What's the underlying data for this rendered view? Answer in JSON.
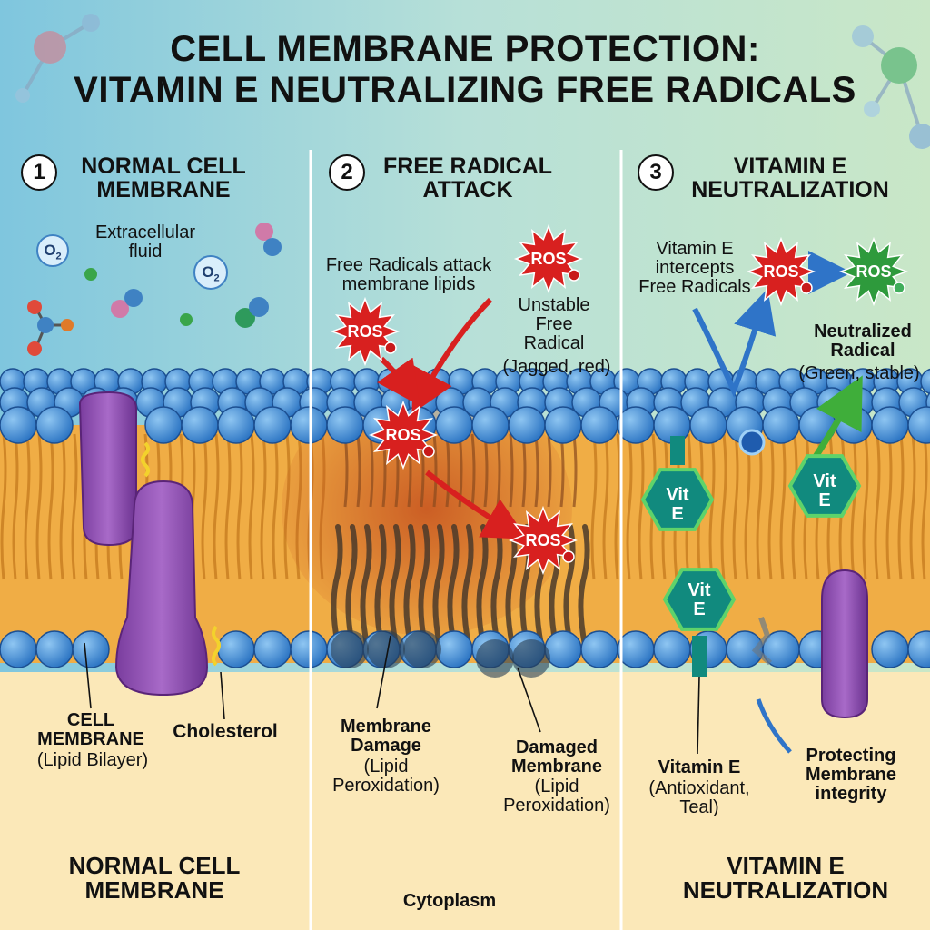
{
  "title": {
    "line1": "CELL MEMBRANE PROTECTION:",
    "line2": "VITAMIN E NEUTRALIZING FREE RADICALS"
  },
  "panels": [
    {
      "number": "1",
      "heading": [
        "NORMAL CELL",
        "MEMBRANE"
      ],
      "extracellular": [
        "Extracellular",
        "fluid"
      ],
      "o2": {
        "main": "O",
        "sub": "2"
      },
      "membrane_label": [
        "CELL",
        "MEMBRANE"
      ],
      "bilayer_label": "(Lipid Bilayer)",
      "cholesterol": "Cholesterol",
      "footer": [
        "NORMAL CELL",
        "MEMBRANE"
      ]
    },
    {
      "number": "2",
      "heading": [
        "FREE RADICAL",
        "ATTACK"
      ],
      "attack_text": [
        "Free Radicals attack",
        "membrane lipids"
      ],
      "unstable": [
        "Unstable",
        "Free",
        "Radical"
      ],
      "unstable_note": "(Jagged, red)",
      "ros": "ROS",
      "damage": [
        "Membrane",
        "Damage"
      ],
      "damage_note": [
        "(Lipid",
        "Peroxidation)"
      ],
      "damaged": [
        "Damaged",
        "Membrane"
      ],
      "damaged_note": [
        "(Lipid",
        "Peroxidation)"
      ],
      "footer": "Cytoplasm"
    },
    {
      "number": "3",
      "heading": [
        "VITAMIN E",
        "NEUTRALIZATION"
      ],
      "intercepts": [
        "Vitamin E",
        "intercepts",
        "Free Radicals"
      ],
      "ros": "ROS",
      "neutralized": [
        "Neutralized",
        "Radical"
      ],
      "neutralized_note": "(Green, stable)",
      "vit": [
        "Vit",
        "E"
      ],
      "vitamin_label": "Vitamin E",
      "vitamin_note": [
        "(Antioxidant,",
        "Teal)"
      ],
      "protecting": [
        "Protecting",
        "Membrane",
        "integrity"
      ],
      "footer": [
        "VITAMIN E",
        "NEUTRALIZATION"
      ]
    }
  ],
  "colors": {
    "head_blue": "#3a86d4",
    "head_stroke": "#1c4f91",
    "tail_orange": "#e8a03a",
    "core_orange": "#f2b54a",
    "protein_purple": "#8e4fb0",
    "ros_red": "#e0282a",
    "neutral_green": "#2e9a3c",
    "vit_teal": "#118a7e",
    "vit_border": "#5fd36a",
    "arrow_blue": "#2f74c8",
    "cytoplasm": "#fbe7b5"
  }
}
